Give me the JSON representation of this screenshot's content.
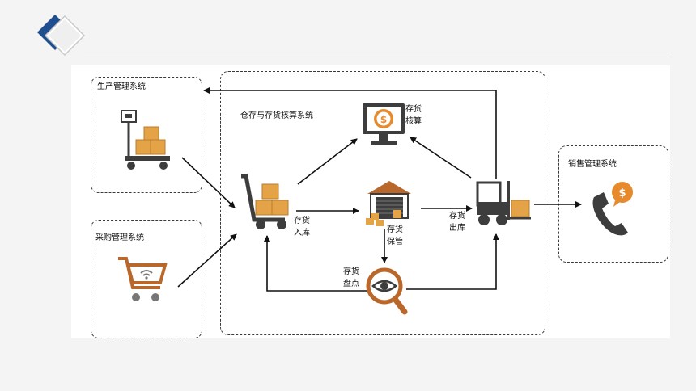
{
  "diagram": {
    "systems": {
      "production": "生产管理系统",
      "purchasing": "采购管理系统",
      "warehouse": "仓存与存货核算系统",
      "sales": "销售管理系统"
    },
    "steps": {
      "inbound": "存货入库",
      "storage": "存货保管",
      "outbound": "存货出库",
      "accounting": "存货核算",
      "stocktake": "存货盘点"
    }
  },
  "colors": {
    "accent_orange": "#e5a347",
    "dark": "#3d3d3d",
    "logo_blue": "#1f4f8e"
  }
}
